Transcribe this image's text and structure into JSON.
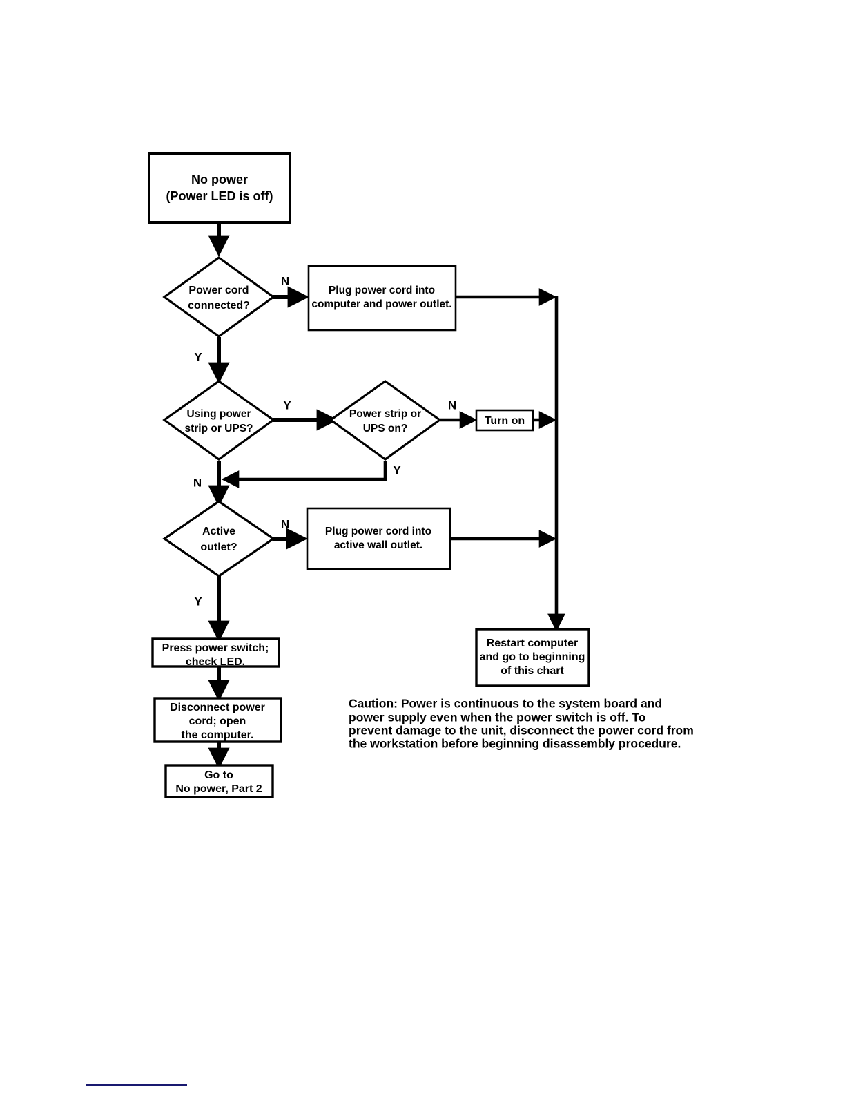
{
  "document": {
    "title": "No power (Power LED is off) troubleshooting flowchart",
    "background_color": "#ffffff",
    "line_color": "#000000",
    "footer_rule_color": "#191970"
  },
  "chart_data": {
    "type": "diagram",
    "diagram_kind": "flowchart",
    "title": "No power (Power LED is off)",
    "nodes": [
      {
        "id": "start",
        "shape": "process",
        "lines": [
          "No power",
          "(Power LED is off)"
        ]
      },
      {
        "id": "cord",
        "shape": "decision",
        "lines": [
          "Power cord",
          "connected?"
        ]
      },
      {
        "id": "plug_cord",
        "shape": "process",
        "lines": [
          "Plug power cord into",
          "computer and power outlet."
        ]
      },
      {
        "id": "using_strip",
        "shape": "decision",
        "lines": [
          "Using power",
          "strip or UPS?"
        ]
      },
      {
        "id": "strip_on",
        "shape": "decision",
        "lines": [
          "Power strip or",
          "UPS  on?"
        ]
      },
      {
        "id": "turn_on",
        "shape": "process",
        "lines": [
          "Turn on"
        ]
      },
      {
        "id": "active_outlet",
        "shape": "decision",
        "lines": [
          "Active",
          "outlet?"
        ]
      },
      {
        "id": "plug_wall",
        "shape": "process",
        "lines": [
          "Plug power cord into",
          "active wall outlet."
        ]
      },
      {
        "id": "restart",
        "shape": "process",
        "lines": [
          "Restart computer",
          "and go to beginning",
          "of this chart"
        ]
      },
      {
        "id": "press_switch",
        "shape": "process",
        "lines": [
          "Press power switch;",
          "check LED."
        ]
      },
      {
        "id": "disconnect",
        "shape": "process",
        "lines": [
          "Disconnect power",
          "cord; open",
          "the computer."
        ]
      },
      {
        "id": "goto_part2",
        "shape": "process",
        "lines": [
          "Go to",
          "No power, Part 2"
        ]
      }
    ],
    "edges": [
      {
        "from": "start",
        "to": "cord",
        "label": ""
      },
      {
        "from": "cord",
        "to": "plug_cord",
        "label": "N"
      },
      {
        "from": "cord",
        "to": "using_strip",
        "label": "Y"
      },
      {
        "from": "plug_cord",
        "to": "restart",
        "label": ""
      },
      {
        "from": "using_strip",
        "to": "strip_on",
        "label": "Y"
      },
      {
        "from": "using_strip",
        "to": "active_outlet",
        "label": "N"
      },
      {
        "from": "strip_on",
        "to": "turn_on",
        "label": "N"
      },
      {
        "from": "strip_on",
        "to": "active_outlet",
        "label": "Y"
      },
      {
        "from": "turn_on",
        "to": "restart",
        "label": ""
      },
      {
        "from": "active_outlet",
        "to": "plug_wall",
        "label": "N"
      },
      {
        "from": "active_outlet",
        "to": "press_switch",
        "label": "Y"
      },
      {
        "from": "plug_wall",
        "to": "restart",
        "label": ""
      },
      {
        "from": "press_switch",
        "to": "disconnect",
        "label": ""
      },
      {
        "from": "disconnect",
        "to": "goto_part2",
        "label": ""
      }
    ]
  },
  "nodes": {
    "start": {
      "line1": "No power",
      "line2": "(Power LED is off)"
    },
    "cord": {
      "line1": "Power cord",
      "line2": "connected?"
    },
    "plug_cord": {
      "line1": "Plug power cord into",
      "line2": "computer and power outlet."
    },
    "using_strip": {
      "line1": "Using power",
      "line2": "strip or UPS?"
    },
    "strip_on": {
      "line1": "Power strip or",
      "line2": "UPS  on?"
    },
    "turn_on": {
      "line1": "Turn on"
    },
    "active_outlet": {
      "line1": "Active",
      "line2": "outlet?"
    },
    "plug_wall": {
      "line1": "Plug power cord into",
      "line2": "active wall outlet."
    },
    "restart": {
      "line1": "Restart computer",
      "line2": "and go to beginning",
      "line3": "of this chart"
    },
    "press_switch": {
      "line1": "Press power switch;",
      "line2": "check LED."
    },
    "disconnect": {
      "line1": "Disconnect power",
      "line2": "cord; open",
      "line3": "the computer."
    },
    "goto_part2": {
      "line1": "Go to",
      "line2": "No power, Part 2"
    }
  },
  "branch_labels": {
    "cord_no": "N",
    "cord_yes": "Y",
    "using_strip_yes": "Y",
    "using_strip_no": "N",
    "strip_on_no": "N",
    "strip_on_yes": "Y",
    "active_outlet_no": "N",
    "active_outlet_yes": "Y"
  },
  "caution": {
    "line1": "Caution: Power is continuous to the system board and",
    "line2": "power supply even when the power switch is off.  To",
    "line3": "prevent damage to the unit, disconnect the power cord from",
    "line4": "the workstation before beginning disassembly procedure."
  }
}
